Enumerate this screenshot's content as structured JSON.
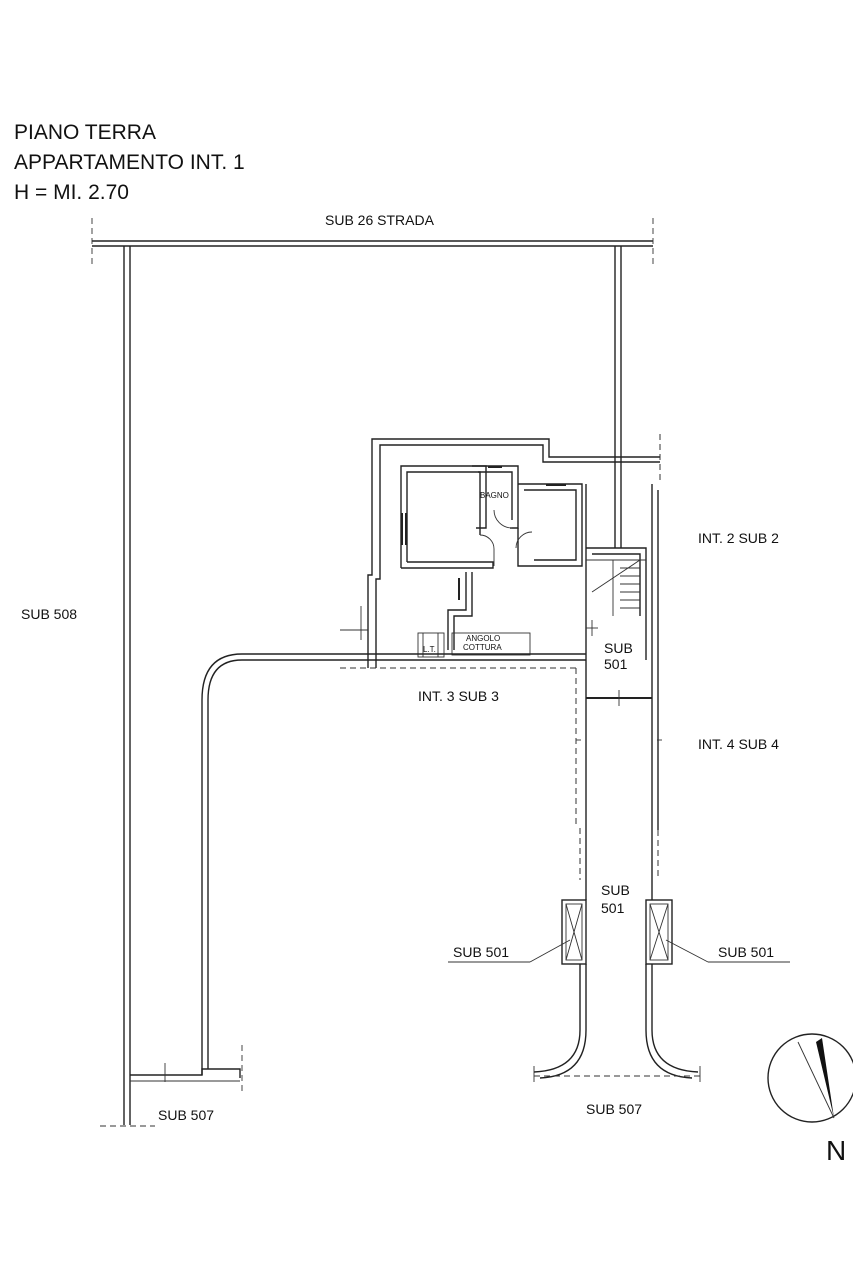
{
  "header": {
    "line1": "PIANO TERRA",
    "line2": "APPARTAMENTO INT. 1",
    "line3": "H = MI. 2.70"
  },
  "labels": {
    "road": "SUB 26 STRADA",
    "left_area": "SUB 508",
    "int2": "INT. 2 SUB 2",
    "int3": "INT. 3 SUB 3",
    "int4": "INT. 4 SUB 4",
    "stair_sub_line1": "SUB",
    "stair_sub_line2": "501",
    "corridor_sub_line1": "SUB",
    "corridor_sub_line2": "501",
    "left_pillar": "SUB 501",
    "right_pillar": "SUB 501",
    "bottom_left": "SUB 507",
    "bottom_center": "SUB 507",
    "bagno": "BAGNO",
    "angolo": "ANGOLO",
    "cottura": "COTTURA",
    "lt": "L.T.",
    "north": "N"
  }
}
